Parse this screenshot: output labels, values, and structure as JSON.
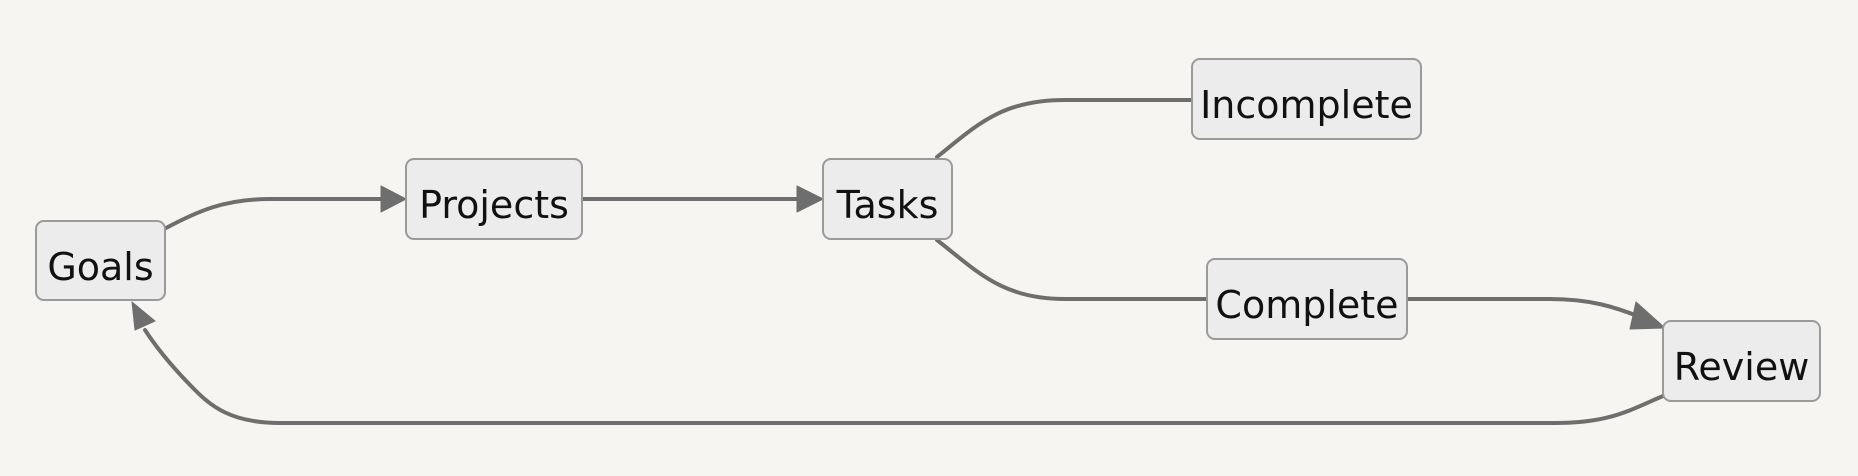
{
  "diagram": {
    "nodes": {
      "goals": "Goals",
      "projects": "Projects",
      "tasks": "Tasks",
      "incomplete": "Incomplete",
      "complete": "Complete",
      "review": "Review"
    },
    "edges": [
      {
        "from": "Goals",
        "to": "Projects",
        "arrow": true
      },
      {
        "from": "Projects",
        "to": "Tasks",
        "arrow": true
      },
      {
        "from": "Tasks",
        "to": "Incomplete",
        "arrow": false
      },
      {
        "from": "Tasks",
        "to": "Complete",
        "arrow": false
      },
      {
        "from": "Complete",
        "to": "Review",
        "arrow": true
      },
      {
        "from": "Review",
        "to": "Goals",
        "arrow": true
      }
    ],
    "colors": {
      "background": "#f6f5f2",
      "node_fill": "#ececec",
      "node_border": "#9a9a9a",
      "edge": "#6e6e6e",
      "text": "#111111"
    }
  }
}
